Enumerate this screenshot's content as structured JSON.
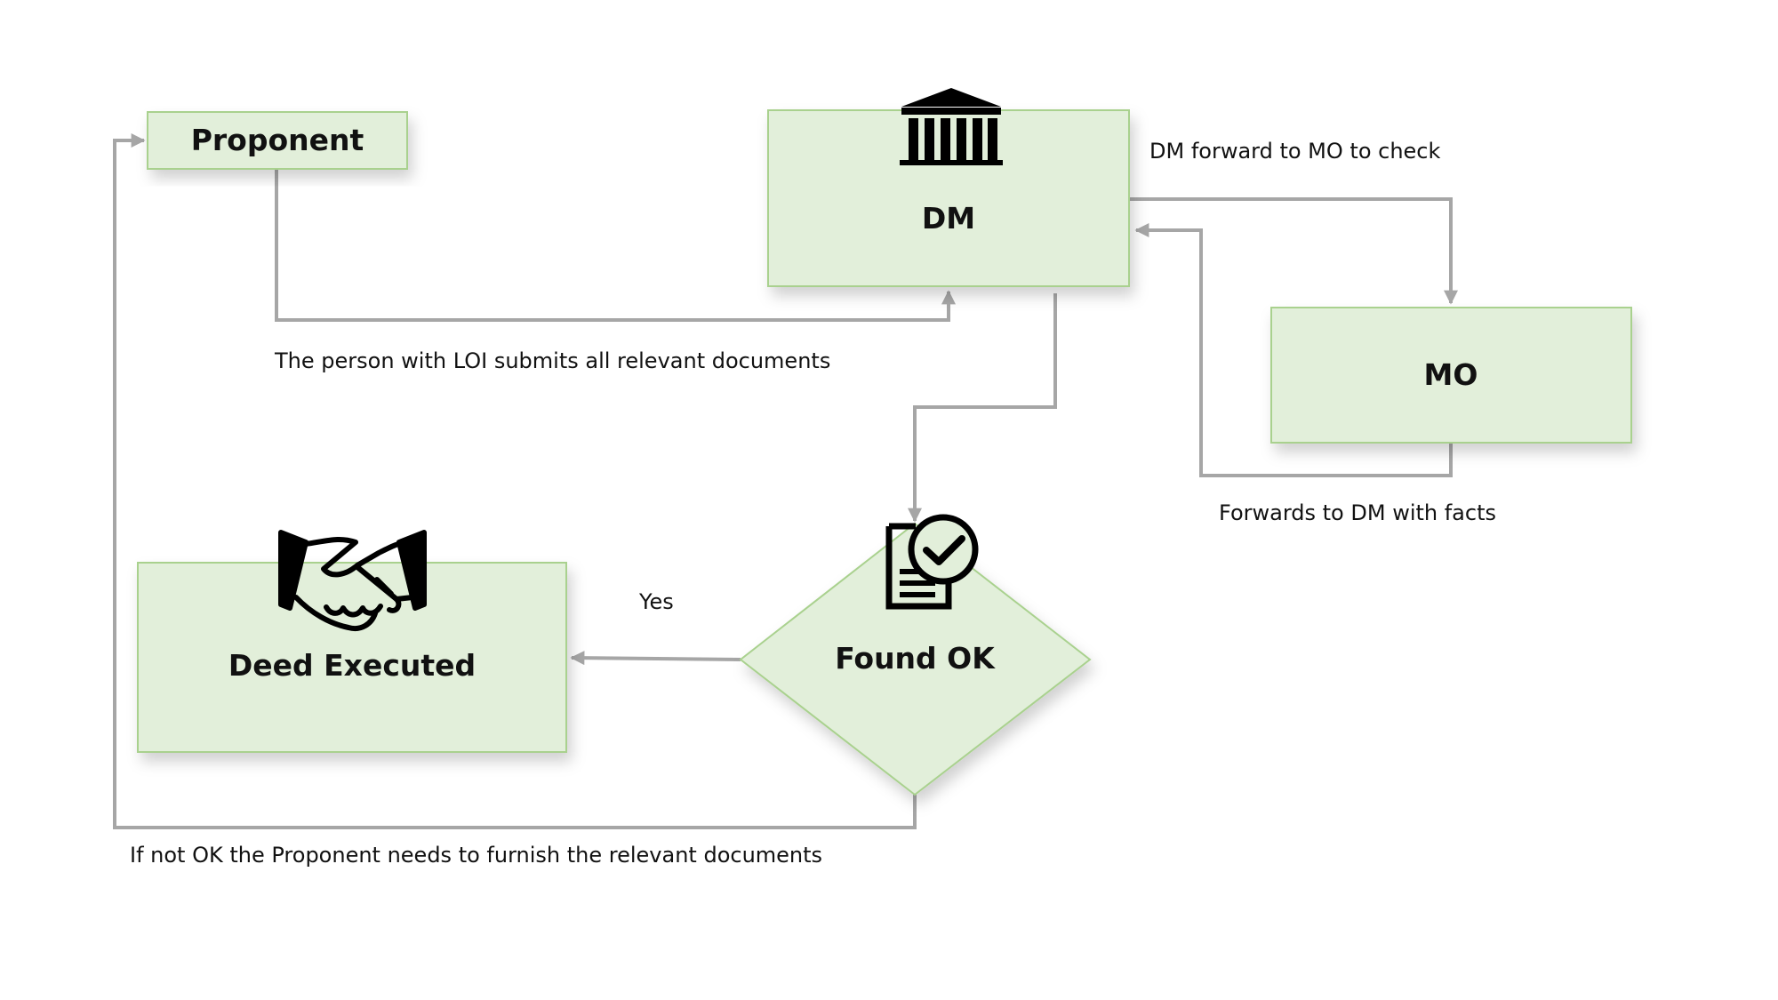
{
  "nodes": {
    "proponent": {
      "label": "Proponent"
    },
    "dm": {
      "label": "DM",
      "icon": "bank-building-icon"
    },
    "mo": {
      "label": "MO"
    },
    "found_ok": {
      "label": "Found OK",
      "icon": "document-check-icon"
    },
    "deed_executed": {
      "label": "Deed Executed",
      "icon": "handshake-icon"
    }
  },
  "edges": {
    "proponent_to_dm": {
      "label": "The person with LOI submits all relevant documents"
    },
    "dm_to_mo": {
      "label": "DM forward to MO to check"
    },
    "mo_to_dm": {
      "label": "Forwards to DM with facts"
    },
    "found_ok_yes": {
      "label": "Yes"
    },
    "found_ok_no": {
      "label": "If not OK the Proponent needs to furnish the relevant documents"
    }
  },
  "colors": {
    "node_fill": "#e2efda",
    "node_stroke": "#a9d18e",
    "connector": "#a6a6a6",
    "text": "#111111"
  }
}
